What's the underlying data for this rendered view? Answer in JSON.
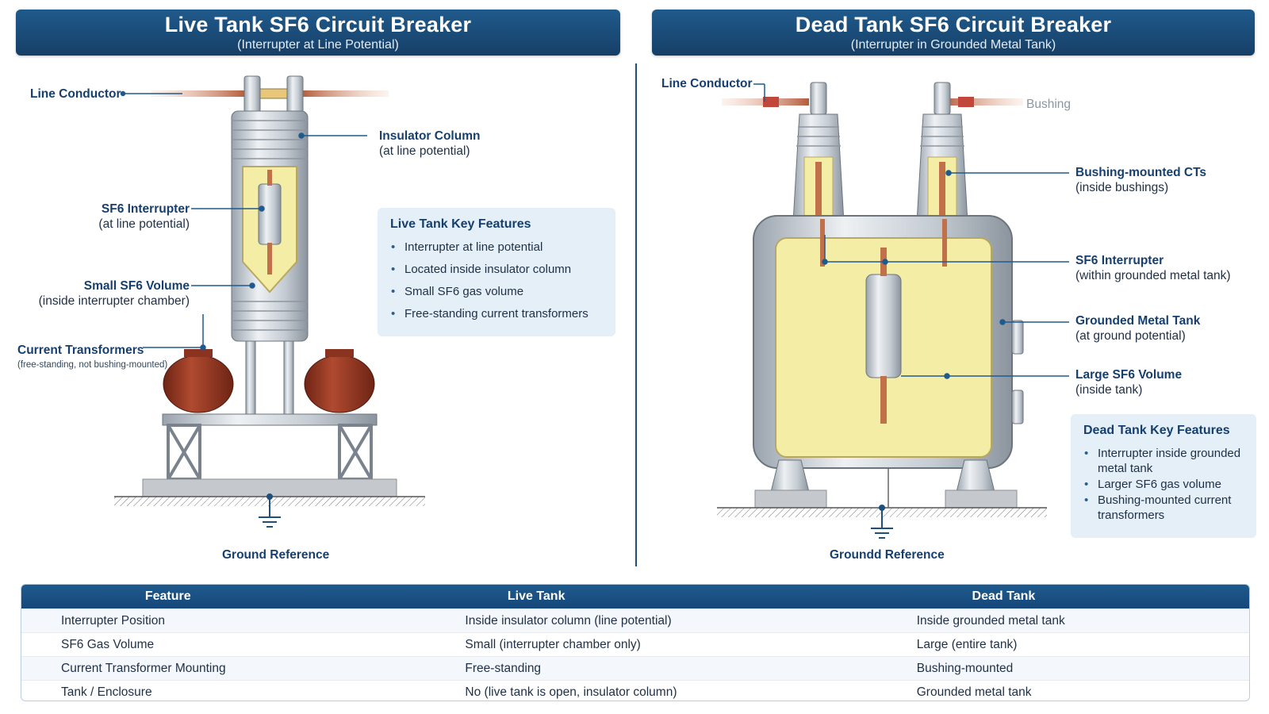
{
  "left": {
    "title": "Live Tank SF6 Circuit Breaker",
    "subtitle": "(Interrupter at Line Potential)",
    "labels": {
      "line_conductor": "Line Conductor",
      "insulator_column": "Insulator Column",
      "insulator_column_sub": "(at line potential)",
      "interrupter": "SF6 Interrupter",
      "interrupter_sub": "(at line potential)",
      "sf6_volume": "Small SF6 Volume",
      "sf6_volume_sub": "(inside interrupter chamber)",
      "ct": "Current Transformers",
      "ct_sub": "(free-standing, not bushing-mounted)",
      "ground": "Ground Reference"
    },
    "features": {
      "title": "Live Tank Key Features",
      "items": [
        "Interrupter at line potential",
        "Located inside insulator column",
        "Small SF6 gas volume",
        "Free-standing current transformers"
      ]
    }
  },
  "right": {
    "title": "Dead Tank SF6 Circuit Breaker",
    "subtitle": "(Interrupter in Grounded Metal Tank)",
    "labels": {
      "line_conductor": "Line Conductor",
      "bushing": "Bushing",
      "cts": "Bushing-mounted CTs",
      "cts_sub": "(inside bushings)",
      "interrupter": "SF6 Interrupter",
      "interrupter_sub": "(within grounded metal tank)",
      "tank": "Grounded Metal Tank",
      "tank_sub": "(at ground potential)",
      "sf6_volume": "Large SF6 Volume",
      "sf6_volume_sub": "(inside tank)",
      "ground": "Groundd Reference"
    },
    "features": {
      "title": "Dead Tank Key Features",
      "items": [
        "Interrupter inside grounded metal tank",
        "Larger SF6 gas volume",
        "Bushing-mounted current transformers"
      ]
    }
  },
  "table": {
    "headers": [
      "Feature",
      "Live Tank",
      "Dead Tank"
    ],
    "rows": [
      [
        "Interrupter Position",
        "Inside insulator column (line potential)",
        "Inside grounded metal tank"
      ],
      [
        "SF6 Gas Volume",
        "Small (interrupter chamber only)",
        "Large (entire tank)"
      ],
      [
        "Current Transformer Mounting",
        "Free-standing",
        "Bushing-mounted"
      ],
      [
        "Tank / Enclosure",
        "No (live tank is open, insulator column)",
        "Grounded metal tank"
      ]
    ]
  },
  "colors": {
    "header_blue": "#1f5a8c",
    "label_blue": "#163f6e",
    "sf6_gas": "#f3eda6",
    "copper": "#c0714a",
    "ct_red": "#9c3a24",
    "steel": "#c9cfd6"
  }
}
